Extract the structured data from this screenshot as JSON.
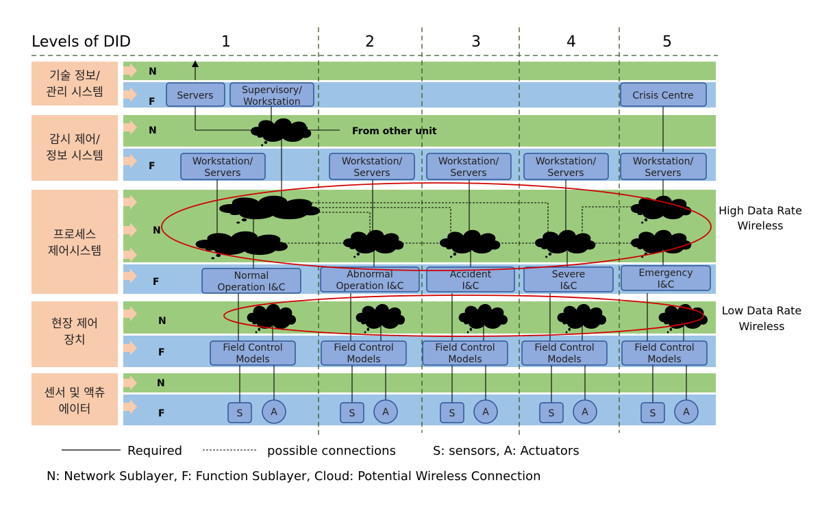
{
  "header": {
    "title": "Levels of DID",
    "levels": [
      "1",
      "2",
      "3",
      "4",
      "5"
    ]
  },
  "row_labels": [
    [
      "기술 정보/",
      "관리 시스템"
    ],
    [
      "감시 제어/",
      "정보 시스템"
    ],
    [
      "프로세스",
      "제어시스템"
    ],
    [
      "현장 제어",
      "장치"
    ],
    [
      "센서 및 액츄",
      "에이터"
    ]
  ],
  "sublayers": {
    "network": "N",
    "function": "F"
  },
  "tech_row": {
    "servers": "Servers",
    "supervisory": [
      "Supervisory/",
      "Workstation"
    ],
    "crisis": "Crisis Centre"
  },
  "from_other_unit": "From other unit",
  "workstation_servers": [
    "Workstation/",
    "Servers"
  ],
  "process_boxes": [
    [
      "Normal",
      "Operation I&C"
    ],
    [
      "Abnormal",
      "Operation I&C"
    ],
    [
      "Accident",
      "I&C"
    ],
    [
      "Severe",
      "I&C"
    ],
    [
      "Emergency",
      "I&C"
    ]
  ],
  "field_control": [
    "Field Control",
    "Models"
  ],
  "sensor_label": "S",
  "actuator_label": "A",
  "wireless": {
    "high": [
      "High Data Rate",
      "Wireless"
    ],
    "low": [
      "Low Data Rate",
      "Wireless"
    ]
  },
  "legend": {
    "required": "Required",
    "possible": "possible connections",
    "sa": "S: sensors, A: Actuators",
    "footnote": "N: Network Sublayer, F: Function Sublayer, Cloud: Potential Wireless Connection"
  },
  "colors": {
    "network_band": "#9dcb7e",
    "function_band": "#9dc3e6",
    "row_label": "#f8cbad",
    "box": "#8faadc",
    "box_border": "#2f5597",
    "ellipse": "#d00000"
  }
}
